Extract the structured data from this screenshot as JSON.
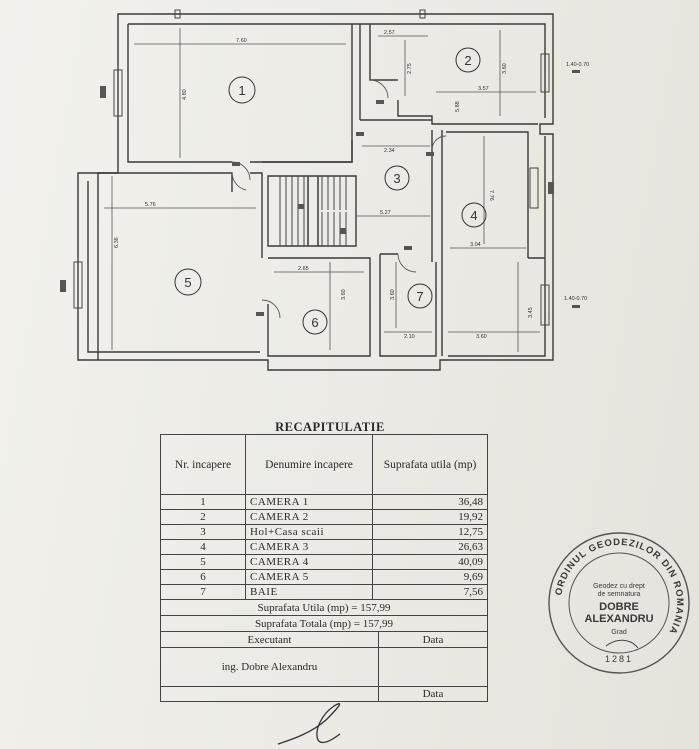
{
  "plan": {
    "rooms": [
      {
        "number": "1"
      },
      {
        "number": "2"
      },
      {
        "number": "3"
      },
      {
        "number": "4"
      },
      {
        "number": "5"
      },
      {
        "number": "6"
      },
      {
        "number": "7"
      }
    ],
    "dimensions": {
      "room1_width": "7.60",
      "room1_height": "4.80",
      "room2_top": "2.57",
      "room2_side": "2.75",
      "room2_right": "3.60",
      "room2_bottom": "3.57",
      "room2_inner": "5.88",
      "hall_width": "2.34",
      "hall_stair": "5.27",
      "room4_height": "7.76",
      "room4_width": "3.04",
      "room5_width": "5.76",
      "room5_height": "6.36",
      "room6_width": "2.65",
      "room6_height": "3.60",
      "bath_height": "3.60",
      "bath_width": "2.10",
      "room4_bottom": "3.60",
      "room4_lower": "3.45"
    },
    "window_labels": {
      "right_top": "1.40-0.70",
      "right_bottom": "1.40-0.70"
    }
  },
  "recap": {
    "title": "RECAPITULATIE",
    "headers": {
      "nr": "Nr. incapere",
      "name": "Denumire incapere",
      "area": "Suprafata utila (mp)"
    },
    "rows": [
      {
        "nr": "1",
        "name": "CAMERA 1",
        "area": "36,48"
      },
      {
        "nr": "2",
        "name": "CAMERA 2",
        "area": "19,92"
      },
      {
        "nr": "3",
        "name": "Hol+Casa scaii",
        "area": "12,75"
      },
      {
        "nr": "4",
        "name": "CAMERA 3",
        "area": "26,63"
      },
      {
        "nr": "5",
        "name": "CAMERA 4",
        "area": "40,09"
      },
      {
        "nr": "6",
        "name": "CAMERA 5",
        "area": "9,69"
      },
      {
        "nr": "7",
        "name": "BAIE",
        "area": "7,56"
      }
    ],
    "useful_total": "Suprafata Utila (mp) = 157,99",
    "total": "Suprafata Totala (mp) = 157,99",
    "executant_label": "Executant",
    "date_label": "Data",
    "engineer": "ing. Dobre Alexandru",
    "date_label_2": "Data"
  },
  "stamp": {
    "ring_text": "ORDINUL GEODEZILOR DIN ROMANIA",
    "line1": "Geodez cu drept",
    "line2": "de semnatura",
    "name1": "DOBRE",
    "name2": "ALEXANDRU",
    "grade": "Grad",
    "number": "1281"
  }
}
